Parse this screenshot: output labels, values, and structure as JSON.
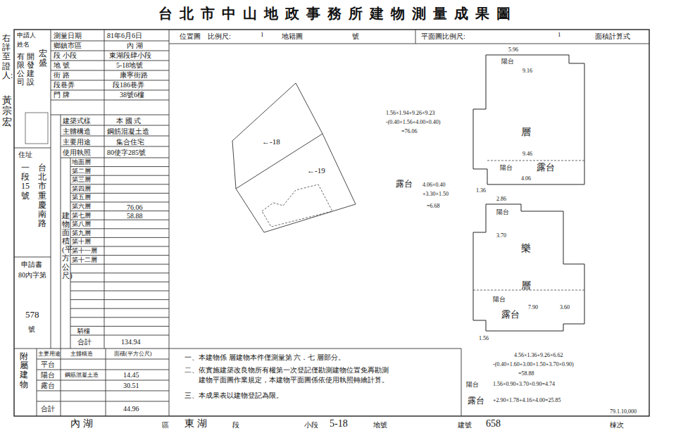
{
  "diagram": {
    "title": "台北市中山地政事務所建物測量成果圖",
    "labels": [
      "右詳至證人:",
      "黃宗宏",
      "申請人",
      "姓名",
      "有限公司",
      "開發建設",
      "宏盛",
      "住址",
      "一段15號",
      "台北市重慶南路",
      "申請書",
      "80內字第",
      "578",
      "號",
      "測量日期",
      "81年6月6日",
      "鄉鎮市區",
      "內 湖",
      "段 小段",
      "東湖段肆小段",
      "地 號",
      "5-18地號",
      "街 路",
      "康寧街路",
      "段巷弄",
      "段186巷弄",
      "門 牌",
      "38號6樓",
      "建築式樣",
      "本 國 式",
      "主體構造",
      "鋼筋混凝土造",
      "主要用途",
      "集合住宅",
      "使用執照",
      "80使字285號",
      "建物面積(平方公尺)",
      "地面層",
      "第二層",
      "第三層",
      "第四層",
      "第五層",
      "第六層",
      "第七層",
      "第八層",
      "第九層",
      "第十層",
      "第十一層",
      "第十二層",
      "76.06",
      "58.88",
      "騎樓",
      "合計",
      "134.94",
      "附屬建物",
      "主要用途",
      "主體構造",
      "面積(平方公尺)",
      "平台",
      "陽台",
      "露台",
      "合計",
      "鋼筋混凝土造",
      "14.45",
      "30.51",
      "44.96",
      "位置圖",
      "比例尺:",
      "1",
      "地籍圖",
      "號",
      "平面圖比例尺:",
      "1",
      "面積計算式",
      "←-18",
      "←-19",
      "1.56×1.94+9.26×9.23",
      "-(0.40×1.56+4.00×0.40)",
      "=76.06",
      "露台",
      "4.06×0.40",
      "+3.30×1.50",
      "=6.68",
      "5.96",
      "陽台",
      "9.16",
      "層",
      "9.46",
      "陽台",
      "露台",
      "4.06",
      "1.36",
      "2.86",
      "陽台",
      "樂",
      "3.70",
      "層",
      "陽台",
      "露台",
      "7.90",
      "3.60",
      "1.56",
      "一、本建物係 層建物本件僅測量第 六．七 層部分。",
      "二、依實施建築改良物所有權第一次登記僅勘測建物位置免再勘測",
      "建物平面圖作業規定，本建物平面圖係依使用執照轉繪計算。",
      "三、本成果表以建物登記為限。",
      "4.56×1.36+9.26×6.62",
      "-(0.40×1.60+3.00×1.50+3.70×0.90)",
      "=58.88",
      "陽台",
      "1.56×0.90+3.70×0.90=4.74",
      "露台",
      "+2.90×1.78+4.16×4.00=25.85",
      "79.1.10,000",
      "內 湖",
      "區",
      "東 湖",
      "段",
      "小段",
      "5-18",
      "地號",
      "建號",
      "658",
      "棟次"
    ]
  }
}
